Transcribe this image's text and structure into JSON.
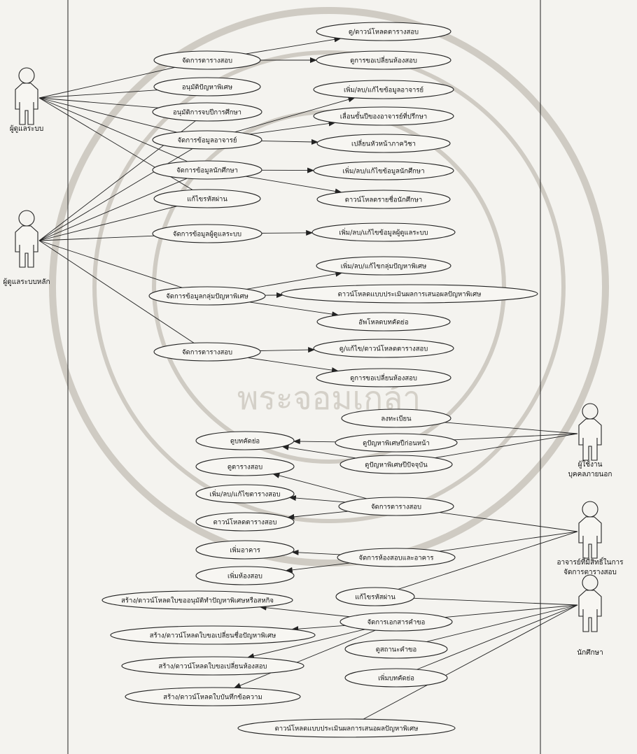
{
  "use_cases": [
    {
      "id": "u1",
      "label": "ดู/ดาวน์โหลดตารางสอบ"
    },
    {
      "id": "u2",
      "label": "ดูการขอเปลี่ยนห้องสอบ"
    },
    {
      "id": "u3",
      "label": "เพิ่ม/ลบ/แก้ไขข้อมูลอาจารย์"
    },
    {
      "id": "u4",
      "label": "เลื่อนขั้นปีของอาจารย์ที่ปรึกษา"
    },
    {
      "id": "u5",
      "label": "เปลี่ยนหัวหน้าภาควิชา"
    },
    {
      "id": "u6",
      "label": "เพิ่ม/ลบ/แก้ไขข้อมูลนักศึกษา"
    },
    {
      "id": "u7",
      "label": "ดาวน์โหลดรายชื่อนักศึกษา"
    },
    {
      "id": "u8",
      "label": "เพิ่ม/ลบ/แก้ไขข้อมูลผู้ดูแลระบบ"
    },
    {
      "id": "u9",
      "label": "เพิ่ม/ลบ/แก้ไขกลุ่มปัญหาพิเศษ"
    },
    {
      "id": "u10",
      "label": "ดาวน์โหลดแบบประเมินผลการเสนอผลปัญหาพิเศษ"
    },
    {
      "id": "u11",
      "label": "อัพโหลดบทคัดย่อ"
    },
    {
      "id": "u12",
      "label": "ดู/แก้ไข/ดาวน์โหลดตารางสอบ"
    },
    {
      "id": "u13",
      "label": "ดูการขอเปลี่ยนห้องสอบ"
    },
    {
      "id": "m1",
      "label": "จัดการตารางสอบ"
    },
    {
      "id": "m2",
      "label": "อนุมัติปัญหาพิเศษ"
    },
    {
      "id": "m3",
      "label": "อนุมัติการจบปีการศึกษา"
    },
    {
      "id": "m4",
      "label": "จัดการข้อมูลอาจารย์"
    },
    {
      "id": "m5",
      "label": "จัดการข้อมูลนักศึกษา"
    },
    {
      "id": "m6",
      "label": "แก้ไขรหัสผ่าน"
    },
    {
      "id": "m7",
      "label": "จัดการข้อมูลผู้ดูแลระบบ"
    },
    {
      "id": "m8",
      "label": "จัดการข้อมูลกลุ่มปัญหาพิเศษ"
    },
    {
      "id": "m9",
      "label": "จัดการตารางสอบ"
    },
    {
      "id": "r1",
      "label": "ลงทะเบียน"
    },
    {
      "id": "r2",
      "label": "ดูปัญหาพิเศษปีก่อนหน้า"
    },
    {
      "id": "r3",
      "label": "ดูปัญหาพิเศษปีปัจจุบัน"
    },
    {
      "id": "r4",
      "label": "จัดการตารางสอบ"
    },
    {
      "id": "r5",
      "label": "จัดการห้องสอบและอาคาร"
    },
    {
      "id": "r6",
      "label": "แก้ไขรหัสผ่าน"
    },
    {
      "id": "r7",
      "label": "จัดการเอกสารคำขอ"
    },
    {
      "id": "r8",
      "label": "ดูสถานะคำขอ"
    },
    {
      "id": "r9",
      "label": "เพิ่มบทคัดย่อ"
    },
    {
      "id": "l1",
      "label": "ดูบทคัดย่อ"
    },
    {
      "id": "l2",
      "label": "ดูตารางสอบ"
    },
    {
      "id": "l3",
      "label": "เพิ่ม/ลบ/แก้ไขตารางสอบ"
    },
    {
      "id": "l4",
      "label": "ดาวน์โหลดตารางสอบ"
    },
    {
      "id": "l5",
      "label": "เพิ่มอาคาร"
    },
    {
      "id": "l6",
      "label": "เพิ่มห้องสอบ"
    },
    {
      "id": "l7",
      "label": "สร้าง/ดาวน์โหลดใบขออนุมัติทำปัญหาพิเศษหรือสหกิจ"
    },
    {
      "id": "l8",
      "label": "สร้าง/ดาวน์โหลดใบขอเปลี่ยนชื่อปัญหาพิเศษ"
    },
    {
      "id": "l9",
      "label": "สร้าง/ดาวน์โหลดใบขอเปลี่ยนห้องสอบ"
    },
    {
      "id": "l10",
      "label": "สร้าง/ดาวน์โหลดใบบันทึกข้อความ"
    },
    {
      "id": "b1",
      "label": "ดาวน์โหลดแบบประเมินผลการเสนอผลปัญหาพิเศษ"
    }
  ],
  "actors": [
    {
      "id": "admin",
      "lines": [
        "ผู้ดูแลระบบ"
      ]
    },
    {
      "id": "main_admin",
      "lines": [
        "ผู้ดูแลระบบหลัก"
      ]
    },
    {
      "id": "external",
      "lines": [
        "ผู้ใช้งาน",
        "บุคคลภายนอก"
      ]
    },
    {
      "id": "teacher",
      "lines": [
        "อาจารย์ที่มีสิทธิ์ในการ",
        "จัดการตารางสอบ"
      ]
    },
    {
      "id": "student",
      "lines": [
        "นักศึกษา"
      ]
    }
  ],
  "watermark_text": "พระจอมเกล้า"
}
